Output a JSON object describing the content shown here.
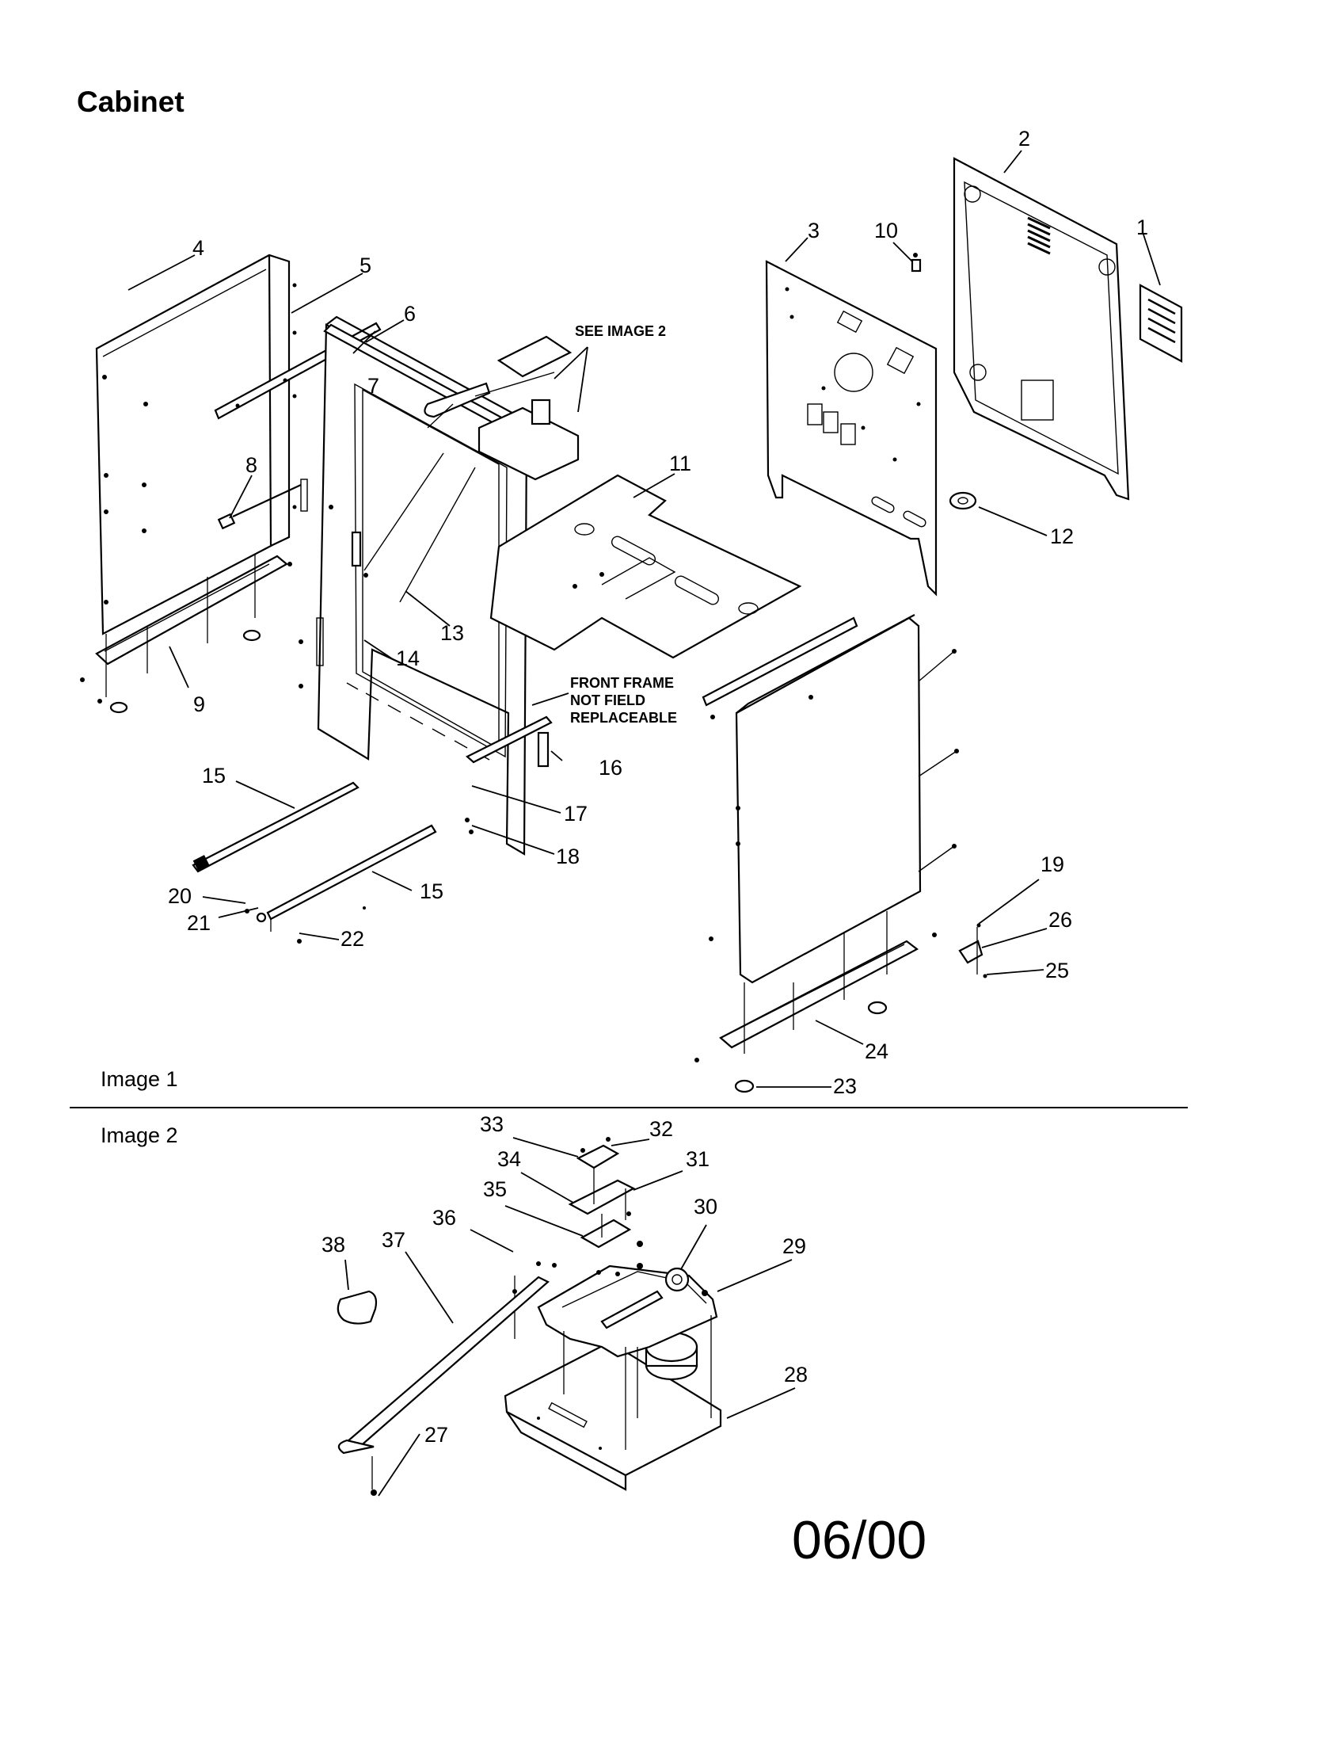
{
  "title": "Cabinet",
  "image1_label": "Image 1",
  "image2_label": "Image 2",
  "date_code": "06/00",
  "notes": {
    "see_image": "SEE IMAGE 2",
    "front_frame_1": "FRONT FRAME",
    "front_frame_2": "NOT FIELD",
    "front_frame_3": "REPLACEABLE"
  },
  "callouts": [
    "1",
    "2",
    "3",
    "4",
    "5",
    "6",
    "7",
    "8",
    "9",
    "10",
    "11",
    "12",
    "13",
    "14",
    "15",
    "15",
    "16",
    "17",
    "18",
    "19",
    "20",
    "21",
    "22",
    "23",
    "24",
    "25",
    "26",
    "27",
    "28",
    "29",
    "30",
    "31",
    "32",
    "33",
    "34",
    "35",
    "36",
    "37",
    "38"
  ]
}
